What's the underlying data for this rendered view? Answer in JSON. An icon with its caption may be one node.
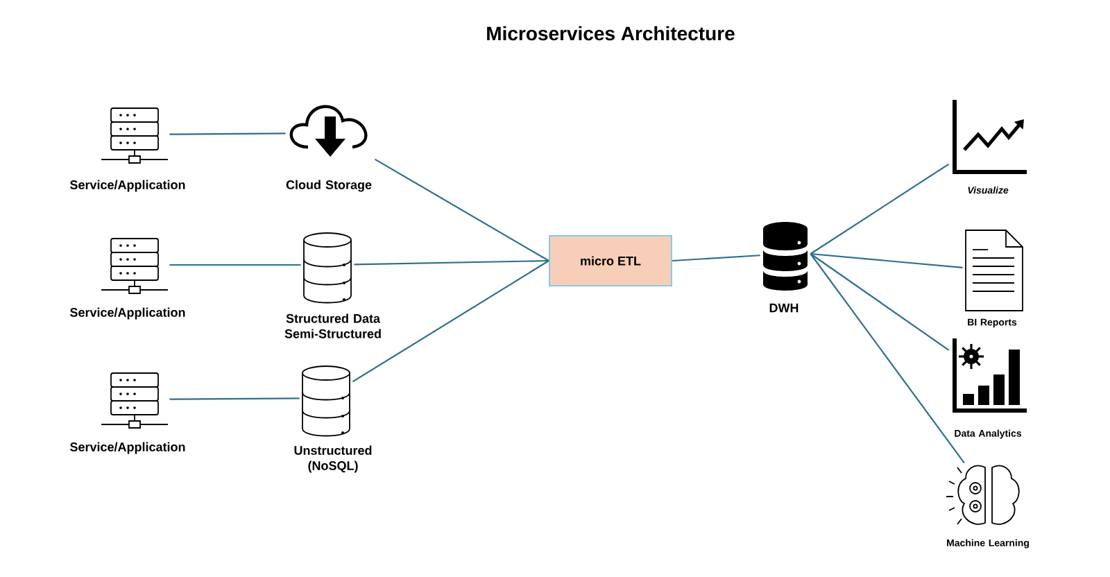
{
  "diagram": {
    "title": "Microservices Architecture",
    "nodes": [
      {
        "text": [
          "Service/Application"
        ]
      },
      {
        "text": [
          "Cloud Storage"
        ]
      },
      {
        "text": [
          "Service/Application"
        ]
      },
      {
        "text": [
          "Structured Data Semi-Structured"
        ]
      },
      {
        "text": [
          "Service/Application"
        ]
      },
      {
        "text": [
          "Unstructured (NoSQL)"
        ]
      },
      {
        "text": [
          "micro ETL"
        ]
      },
      {
        "text": [
          "DWH"
        ]
      },
      {
        "text": [
          "Visualize"
        ]
      },
      {
        "text": [
          "BI Reports"
        ]
      },
      {
        "text": [
          "Data Analytics"
        ]
      },
      {
        "text": [
          "Machine Learning"
        ]
      }
    ],
    "edges": [
      {
        "from": 0,
        "to": 1,
        "arrow": "none"
      },
      {
        "from": 2,
        "to": 3,
        "arrow": "none"
      },
      {
        "from": 4,
        "to": 5,
        "arrow": "none"
      },
      {
        "from": 1,
        "to": 6,
        "arrow": "none"
      },
      {
        "from": 3,
        "to": 6,
        "arrow": "none"
      },
      {
        "from": 5,
        "to": 6,
        "arrow": "none"
      },
      {
        "from": 6,
        "to": 7,
        "arrow": "none"
      },
      {
        "from": 7,
        "to": 8,
        "arrow": "none"
      },
      {
        "from": 7,
        "to": 9,
        "arrow": "none"
      },
      {
        "from": 7,
        "to": 10,
        "arrow": "none"
      },
      {
        "from": 7,
        "to": 11,
        "arrow": "none"
      }
    ]
  }
}
